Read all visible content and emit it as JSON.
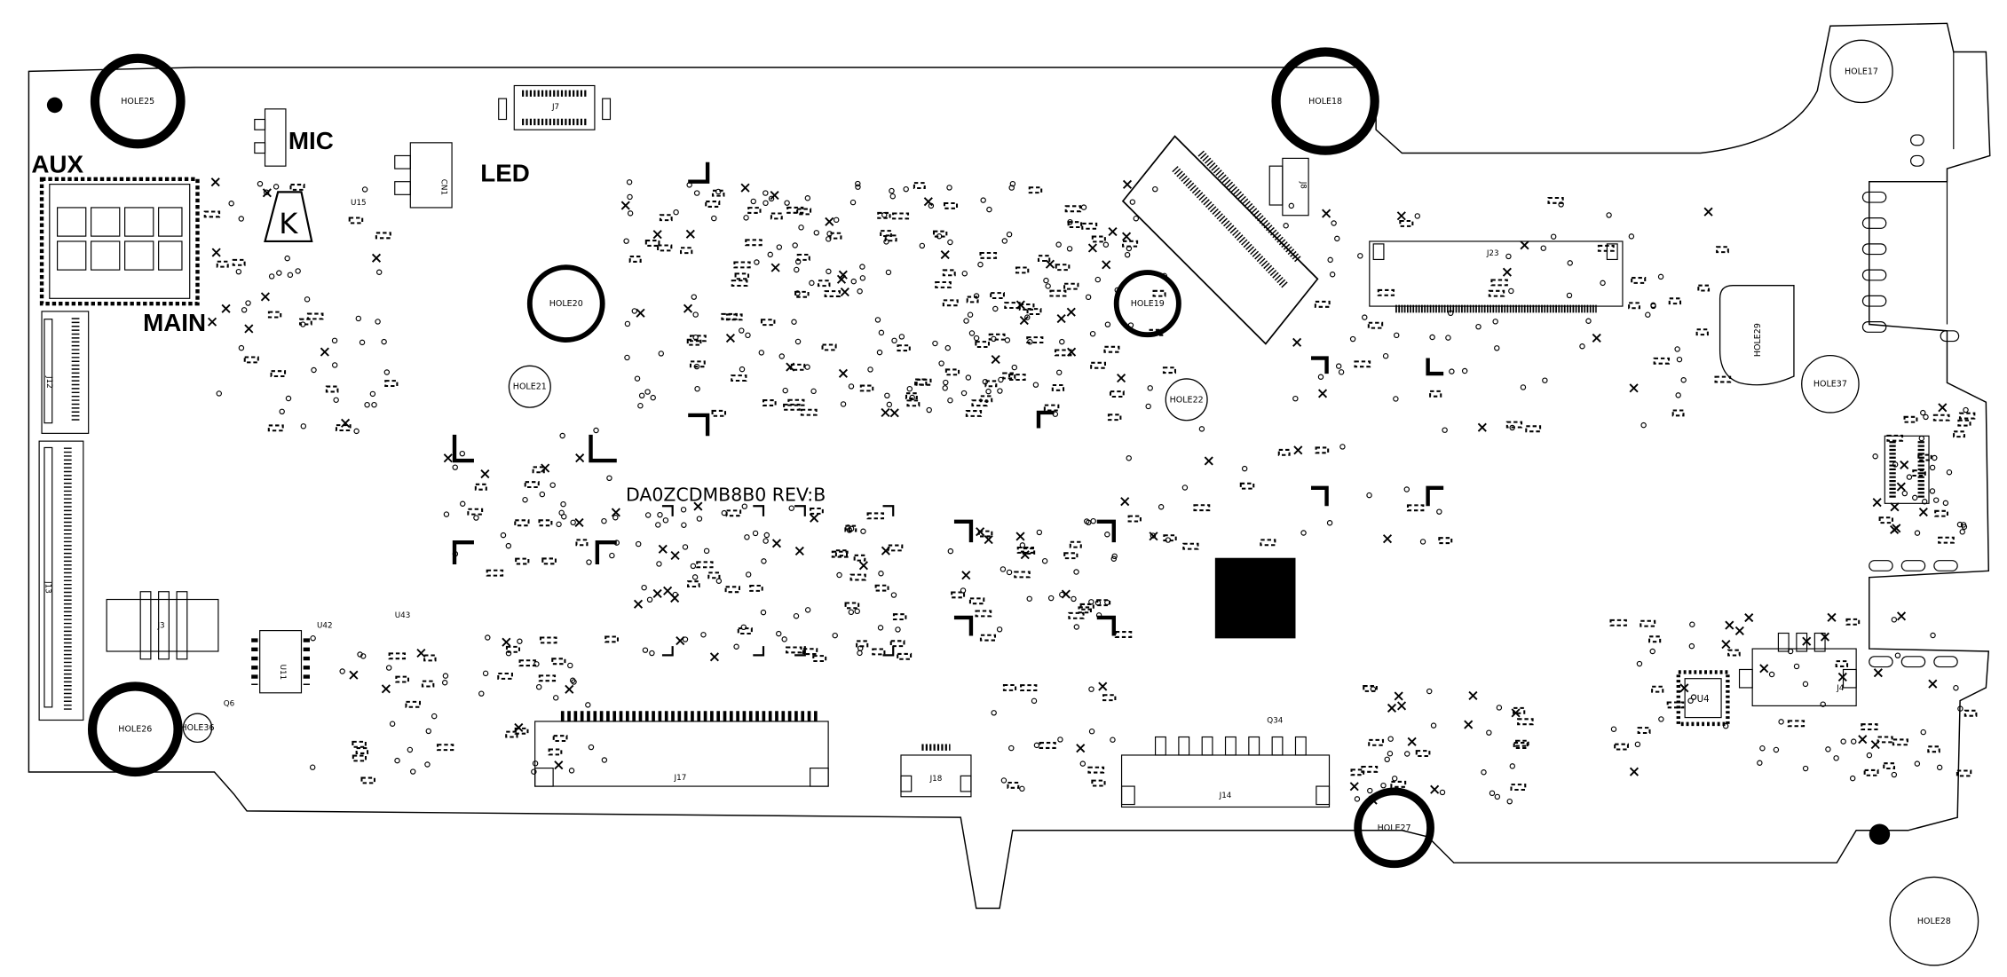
{
  "labels": {
    "aux": "AUX",
    "main": "MAIN",
    "mic": "MIC",
    "led": "LED",
    "board_id": "DA0ZCDMB8B0 REV:B",
    "logo_letter": "K"
  },
  "holes": {
    "hole25": "HOLE25",
    "hole18": "HOLE18",
    "hole17": "HOLE17",
    "hole20": "HOLE20",
    "hole19": "HOLE19",
    "hole21": "HOLE21",
    "hole22": "HOLE22",
    "hole26": "HOLE26",
    "hole27": "HOLE27",
    "hole28": "HOLE28",
    "hole29": "HOLE29",
    "hole37": "HOLE37",
    "hole36": "HOLE36"
  },
  "refs": {
    "j7": "J7",
    "j12": "J12",
    "j13": "J13",
    "j17": "J17",
    "j18": "J18",
    "j14": "J14",
    "j23": "J23",
    "j8": "J8",
    "j4": "J4",
    "u4": "U4",
    "u11": "U11",
    "u15": "U15",
    "u42": "U42",
    "u43": "U43",
    "q6": "Q6",
    "q34": "Q34",
    "cn1": "CN1",
    "j3": "J3"
  },
  "colors": {
    "ink": "#000000",
    "board": "#ffffff"
  }
}
